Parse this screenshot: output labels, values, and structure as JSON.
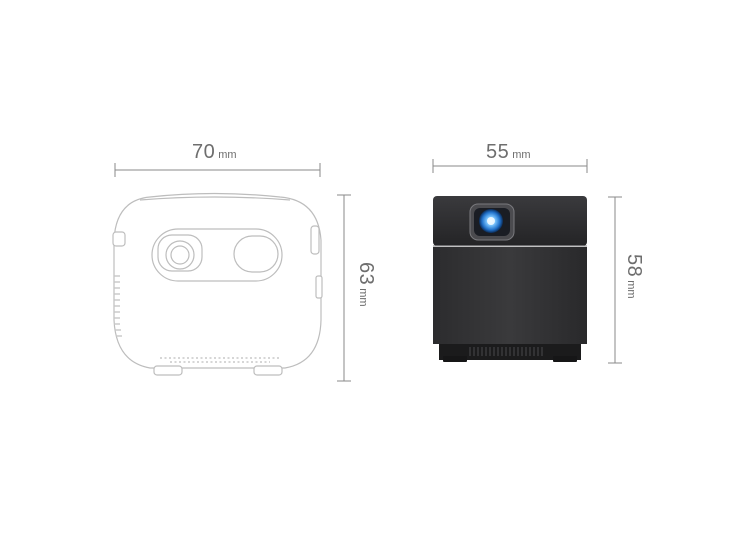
{
  "left_view": {
    "width": {
      "value": "70",
      "unit": "mm"
    },
    "height": {
      "value": "63",
      "unit": "mm"
    }
  },
  "right_view": {
    "width": {
      "value": "55",
      "unit": "mm"
    },
    "height": {
      "value": "58",
      "unit": "mm"
    }
  },
  "colors": {
    "dimension_line": "#8a8a8a",
    "dimension_text": "#6e6e6e",
    "outline": "#bdbdbd",
    "body_dark": "#2b2b2d",
    "lens_glow": "#4aa6ff"
  }
}
